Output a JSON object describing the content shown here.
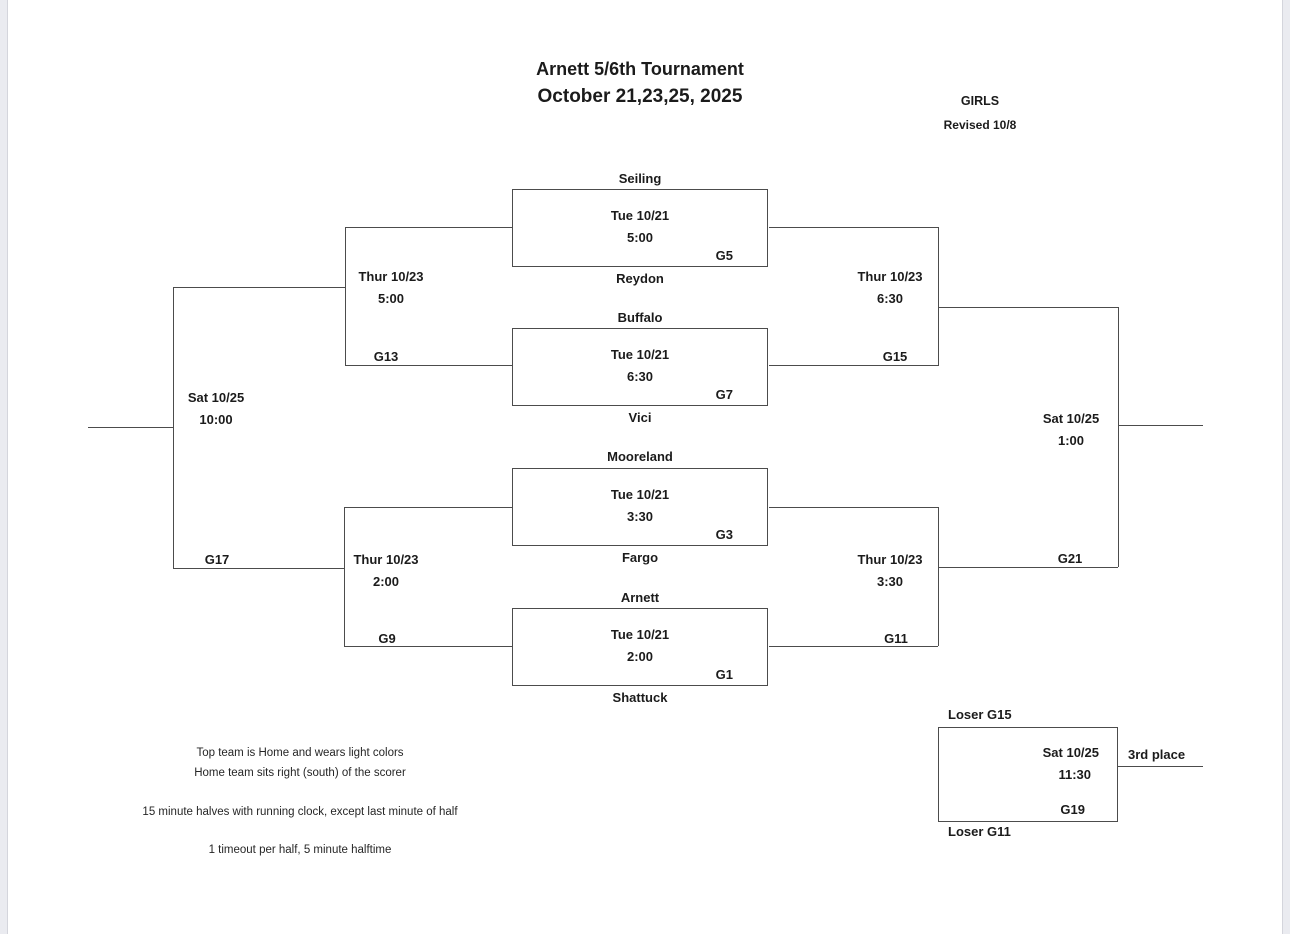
{
  "page": {
    "title_line1": "Arnett 5/6th Tournament",
    "title_line2": "October 21,23,25, 2025",
    "division": "GIRLS",
    "revision": "Revised 10/8"
  },
  "round1_games": [
    {
      "top_team": "Seiling",
      "date": "Tue 10/21",
      "time": "5:00",
      "game": "G5",
      "bottom_team": "Reydon"
    },
    {
      "top_team": "Buffalo",
      "date": "Tue 10/21",
      "time": "6:30",
      "game": "G7",
      "bottom_team": "Vici"
    },
    {
      "top_team": "Mooreland",
      "date": "Tue 10/21",
      "time": "3:30",
      "game": "G3",
      "bottom_team": "Fargo"
    },
    {
      "top_team": "Arnett",
      "date": "Tue 10/21",
      "time": "2:00",
      "game": "G1",
      "bottom_team": "Shattuck"
    }
  ],
  "consolation": {
    "semi_top": {
      "date": "Thur 10/23",
      "time": "5:00",
      "game": "G13"
    },
    "semi_bottom": {
      "date": "Thur 10/23",
      "time": "2:00",
      "game": "G9"
    },
    "final": {
      "date": "Sat 10/25",
      "time": "10:00",
      "game": "G17"
    }
  },
  "championship": {
    "semi_top": {
      "date": "Thur 10/23",
      "time": "6:30",
      "game": "G15"
    },
    "semi_bottom": {
      "date": "Thur 10/23",
      "time": "3:30",
      "game": "G11"
    },
    "final": {
      "date": "Sat 10/25",
      "time": "1:00",
      "game": "G21"
    }
  },
  "third_place": {
    "top_label": "Loser G15",
    "bottom_label": "Loser G11",
    "date": "Sat 10/25",
    "time": "11:30",
    "game": "G19",
    "result_label": "3rd place"
  },
  "notes": [
    "Top team is Home and wears light colors",
    "Home team sits right (south) of the scorer",
    "15 minute halves with running clock, except last minute of half",
    "1 timeout per half, 5 minute halftime"
  ]
}
